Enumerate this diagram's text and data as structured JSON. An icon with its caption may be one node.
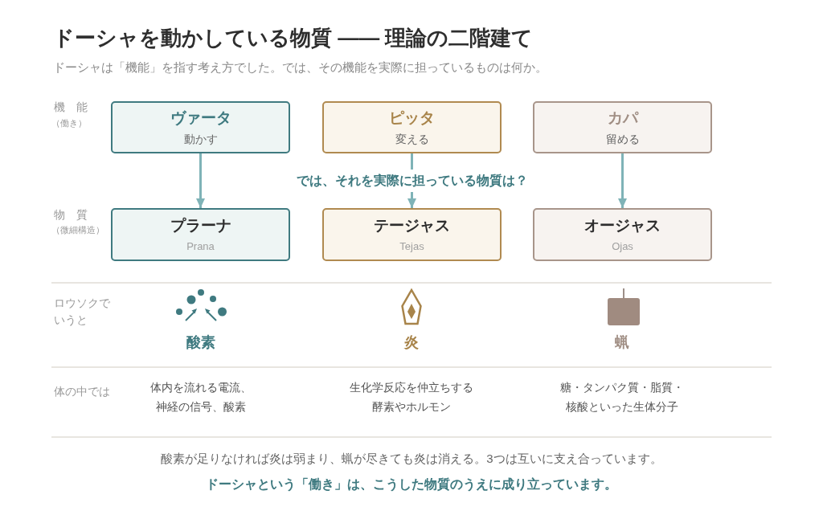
{
  "diagram": {
    "title": "ドーシャを動かしている物質 —— 理論の二階建て",
    "nodes": [
      {
        "text": [
          "ヴァータ",
          "動かす"
        ]
      },
      {
        "text": [
          "ピッタ",
          "変える"
        ]
      },
      {
        "text": [
          "カパ",
          "留める"
        ]
      },
      {
        "text": [
          "プラーナ",
          "Prana"
        ]
      },
      {
        "text": [
          "テージャス",
          "Tejas"
        ]
      },
      {
        "text": [
          "オージャス",
          "Ojas"
        ]
      }
    ],
    "edges": [
      {
        "from": 0,
        "to": 3,
        "arrow": "to"
      },
      {
        "from": 1,
        "to": 4,
        "arrow": "to",
        "label": "では、それを実際に担っている物質は？"
      },
      {
        "from": 2,
        "to": 5,
        "arrow": "to"
      }
    ],
    "labels": [
      "ドーシャは「機能」を指す考え方でした。では、その機能を実際に担っているものは何か。",
      "機　能",
      "（働き）",
      "物　質",
      "（微細構造）",
      "ロウソクでいうと",
      "酸素",
      "炎",
      "蝋",
      "体の中では",
      "体内を流れる電流、神経の信号、酸素",
      "生化学反応を仲立ちする酵素やホルモン",
      "糖・タンパク質・脂質・核酸といった生体分子",
      "酸素が足りなければ炎は弱まり、蝋が尽きても炎は消える。3つは互いに支え合っています。",
      "ドーシャという「働き」は、こうした物質のうえに成り立っています。"
    ]
  }
}
